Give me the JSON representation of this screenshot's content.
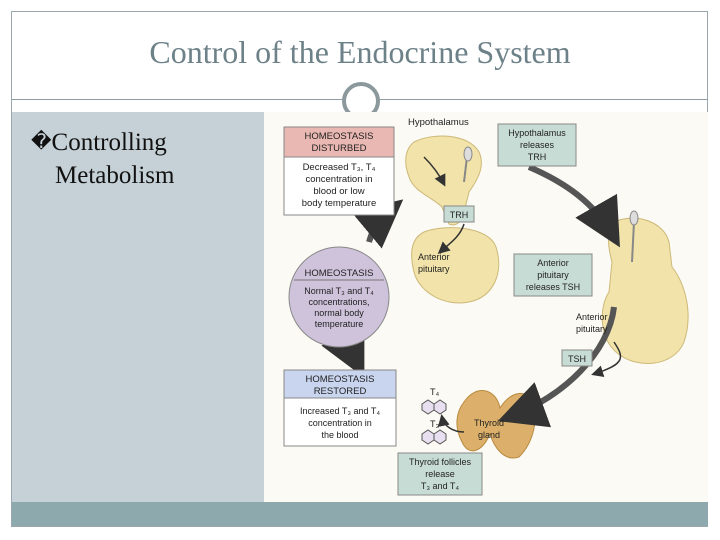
{
  "slide": {
    "title": "Control of the Endocrine System",
    "bullet_glyph": "�",
    "bullet_line1": "Controlling",
    "bullet_line2": "Metabolism"
  },
  "diagram": {
    "disturbed_header_l1": "HOMEOSTASIS",
    "disturbed_header_l2": "DISTURBED",
    "disturbed_body": [
      "Decreased T₃, T₄",
      "concentration in",
      "blood or low",
      "body temperature"
    ],
    "homeostasis_title": "HOMEOSTASIS",
    "homeostasis_body": [
      "Normal T₃ and T₄",
      "concentrations,",
      "normal body",
      "temperature"
    ],
    "restored_header_l1": "HOMEOSTASIS",
    "restored_header_l2": "RESTORED",
    "restored_body": [
      "Increased T₃ and T₄",
      "concentration in",
      "the blood"
    ],
    "hypothalamus_label": "Hypothalamus",
    "hypo_release": [
      "Hypothalamus",
      "releases",
      "TRH"
    ],
    "trh_label": "TRH",
    "anterior_pituitary_label": [
      "Anterior",
      "pituitary"
    ],
    "pituitary_release": [
      "Anterior",
      "pituitary",
      "releases TSH"
    ],
    "anterior_pituitary_label2": [
      "Anterior",
      "pituitary"
    ],
    "tsh_label": "TSH",
    "t4_label": "T₄",
    "t3_label": "T₃",
    "thyroid_label": [
      "Thyroid",
      "gland"
    ],
    "follicles_release": [
      "Thyroid follicles",
      "release",
      "T₃ and T₄"
    ],
    "colors": {
      "disturbed_header": "#e9b8b2",
      "restored_header": "#c9d5ee",
      "label_box": "#c8dcd6",
      "gland": "#f1e3a9",
      "thyroid": "#dcb06a",
      "circle": "#cfc3dc"
    }
  }
}
